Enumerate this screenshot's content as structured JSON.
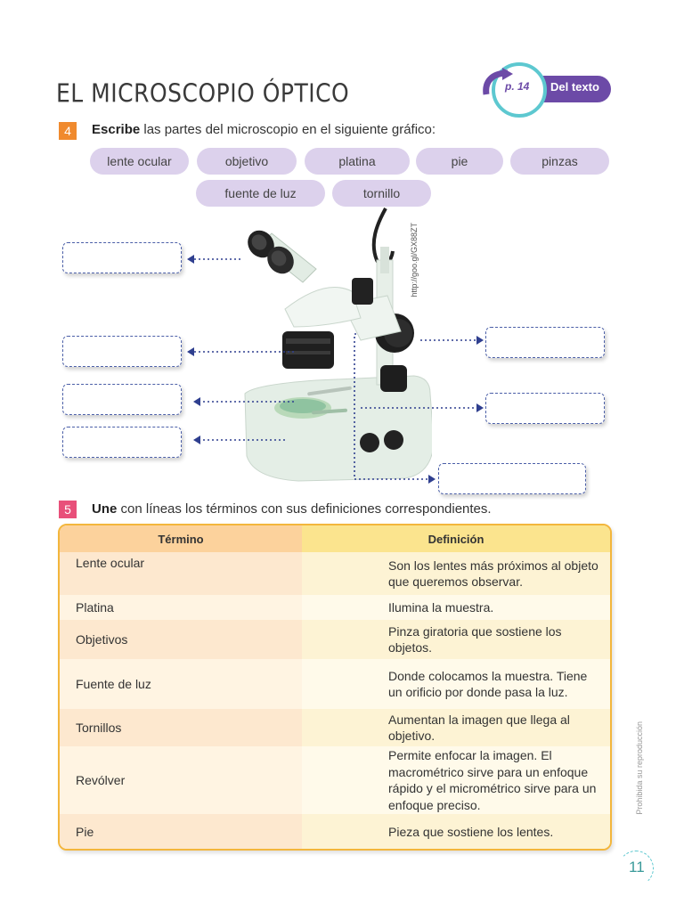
{
  "page": {
    "title": "EL MICROSCOPIO ÓPTICO",
    "reference": {
      "page": "p. 14",
      "label": "Del texto"
    },
    "page_number": "11",
    "side_note": "Prohibida su reproducción"
  },
  "activity4": {
    "number": "4",
    "verb": "Escribe",
    "instruction": " las partes del microscopio en el siguiente gráfico:",
    "word_bank": [
      "lente ocular",
      "objetivo",
      "platina",
      "pie",
      "pinzas",
      "fuente de luz",
      "tornillo"
    ],
    "image_credit": "http://goo.gl/GX88ZT",
    "answer_boxes": [
      "",
      "",
      "",
      "",
      "",
      "",
      ""
    ]
  },
  "activity5": {
    "number": "5",
    "verb": "Une",
    "instruction": " con líneas los términos con sus definiciones correspondientes.",
    "columns": [
      "Término",
      "Definición"
    ],
    "rows": [
      {
        "term": "Lente ocular",
        "definition": "Son los lentes más próximos al objeto que queremos observar."
      },
      {
        "term": "Platina",
        "definition": "Ilumina la muestra."
      },
      {
        "term": "Objetivos",
        "definition": "Pinza giratoria que sostiene los objetos."
      },
      {
        "term": "Fuente de luz",
        "definition": "Donde colocamos la muestra. Tiene un orificio por donde pasa la luz."
      },
      {
        "term": "Tornillos",
        "definition": "Aumentan la imagen que llega al objetivo."
      },
      {
        "term": "Revólver",
        "definition": "Permite enfocar la imagen. El macrométrico sirve para un enfoque rápido y el micrométrico sirve para un enfoque preciso."
      },
      {
        "term": "Pie",
        "definition": "Pieza que sostiene los lentes."
      }
    ]
  },
  "colors": {
    "chip": "#dcd1ec",
    "activity4": "#f08a2e",
    "activity5": "#e8507a",
    "table_border": "#f3b63c",
    "badge": "#6c4aa7",
    "badge_ring": "#5dc8d0",
    "arrow": "#2f3f8f"
  },
  "icons": {
    "badge_arrow": "curved-arrow-icon"
  }
}
